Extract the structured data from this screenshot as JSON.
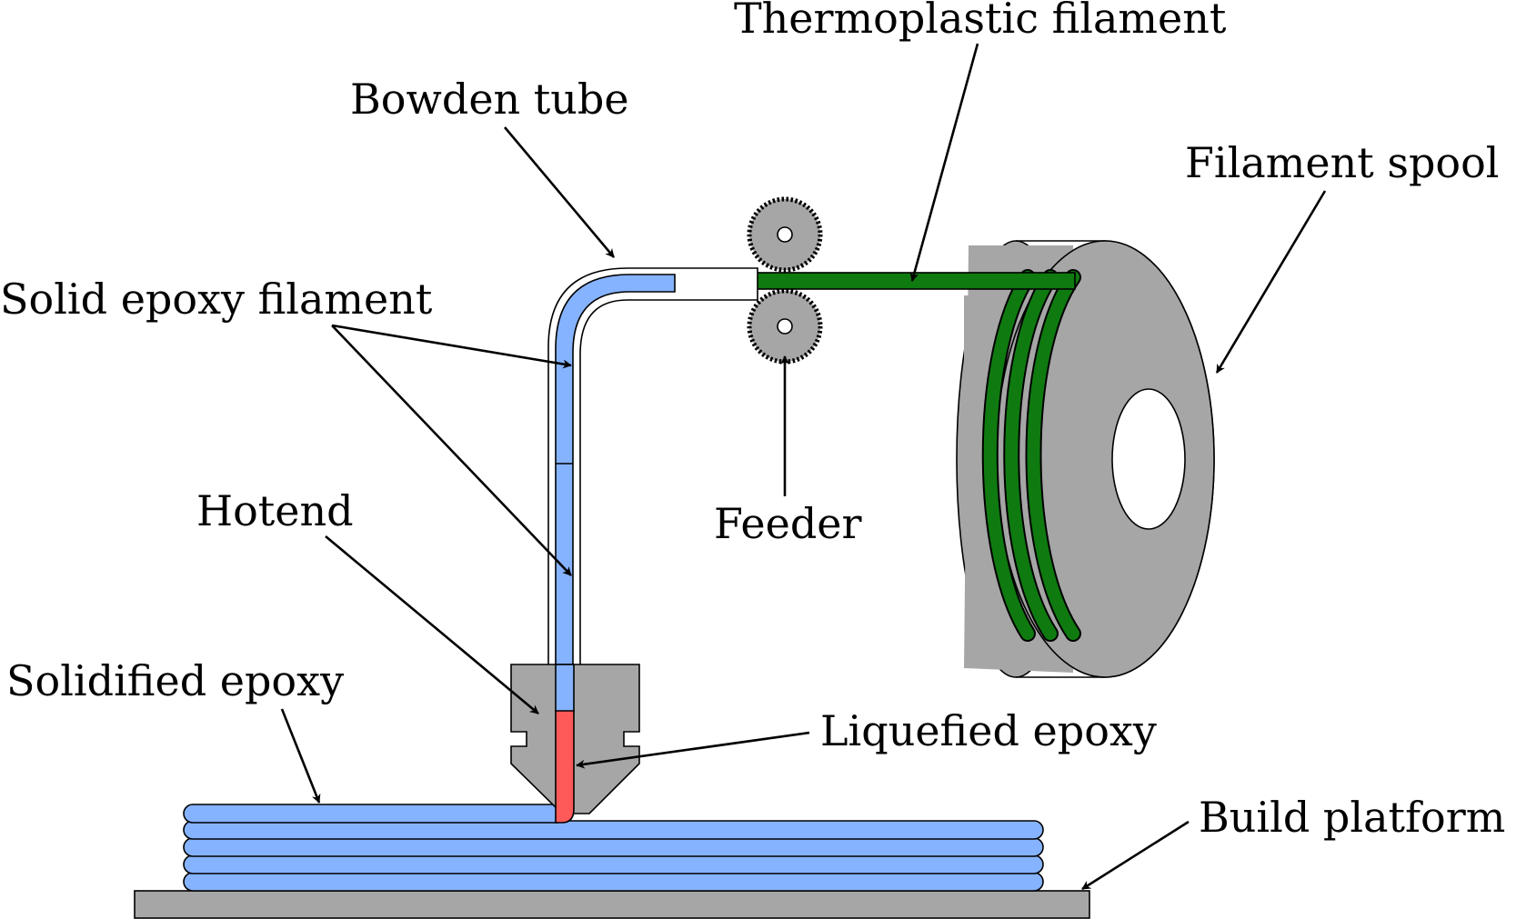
{
  "labels": {
    "thermoplastic_filament": "Thermoplastic filament",
    "bowden_tube": "Bowden tube",
    "filament_spool": "Filament spool",
    "solid_epoxy_filament": "Solid epoxy filament",
    "feeder": "Feeder",
    "hotend": "Hotend",
    "solidified_epoxy": "Solidified epoxy",
    "liquefied_epoxy": "Liquefied epoxy",
    "build_platform": "Build platform"
  },
  "colors": {
    "thermoplastic_filament": "#0f7a10",
    "solid_epoxy": "#86b3ff",
    "liquefied_epoxy": "#ff5a5a",
    "metal_gray": "#a6a6a6",
    "outline": "#000000",
    "background": "#ffffff"
  }
}
